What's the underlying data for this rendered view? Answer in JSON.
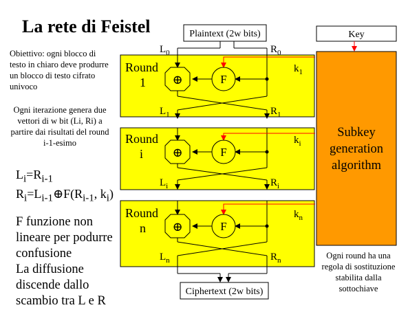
{
  "title": "La rete di Feistel",
  "text": {
    "objective": "Obiettivo: ogni blocco di testo in chiaro deve produrre un blocco di testo cifrato univoco",
    "iteration": "Ogni iterazione genera due vettori di w bit (Li, Ri)  a partire dai risultati del round i-1-esimo",
    "eq1_left": "L",
    "eq1_right": "=R",
    "eq2_left": "R",
    "eq2_mid": "=L",
    "eq2_rest": "⊕F(R",
    "eq2_end": ", k",
    "eq2_close": ")",
    "conclusion_lines": [
      "F funzione non",
      "lineare per podurre",
      "confusione",
      "La diffusione",
      "discende dallo",
      "scambio tra L e R"
    ],
    "round_note": "Ogni round ha una regola di sostituzione stabilita dalla sottochiave"
  },
  "diagram": {
    "plaintext": "Plaintext (2w bits)",
    "ciphertext": "Ciphertext (2w bits)",
    "key": "Key",
    "subkey_lines": [
      "Subkey",
      "generation",
      "algorithm"
    ],
    "round_word": "Round",
    "rounds": [
      {
        "index": "1",
        "subkey": "1",
        "out": "1"
      },
      {
        "index": "i",
        "subkey": "i",
        "out": "i"
      },
      {
        "index": "n",
        "subkey": "n",
        "out": "n"
      }
    ],
    "xor_symbol": "⊕",
    "func_symbol": "F",
    "L": "L",
    "R": "R",
    "k": "k",
    "zero": "0",
    "sub_i": "i",
    "sub_i1": "i-1",
    "sub_im1": "i-1"
  },
  "colors": {
    "round_fill": "#ffff00",
    "subkey_fill": "#ff9900",
    "arrow_red": "#ff0000"
  }
}
